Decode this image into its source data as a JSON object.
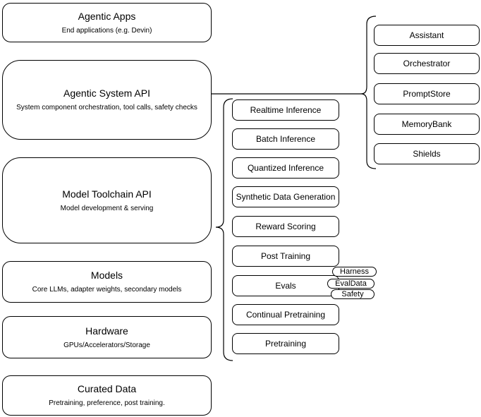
{
  "left_stack": [
    {
      "title": "Agentic Apps",
      "subtitle": "End applications (e.g. Devin)"
    },
    {
      "title": "Agentic System API",
      "subtitle": "System component orchestration, tool calls, safety checks"
    },
    {
      "title": "Model Toolchain API",
      "subtitle": "Model development & serving"
    },
    {
      "title": "Models",
      "subtitle": "Core LLMs, adapter weights, secondary models"
    },
    {
      "title": "Hardware",
      "subtitle": "GPUs/Accelerators/Storage"
    },
    {
      "title": "Curated Data",
      "subtitle": "Pretraining, preference, post training."
    }
  ],
  "toolchain_components": [
    "Realtime Inference",
    "Batch Inference",
    "Quantized Inference",
    "Synthetic Data Generation",
    "Reward Scoring",
    "Post Training",
    "Evals",
    "Continual Pretraining",
    "Pretraining"
  ],
  "evals_pills": [
    "Harness",
    "EvalData",
    "Safety"
  ],
  "system_components": [
    "Assistant",
    "Orchestrator",
    "PromptStore",
    "MemoryBank",
    "Shields"
  ],
  "colors": {
    "stroke": "#000000",
    "canvas": "#ffffff"
  }
}
